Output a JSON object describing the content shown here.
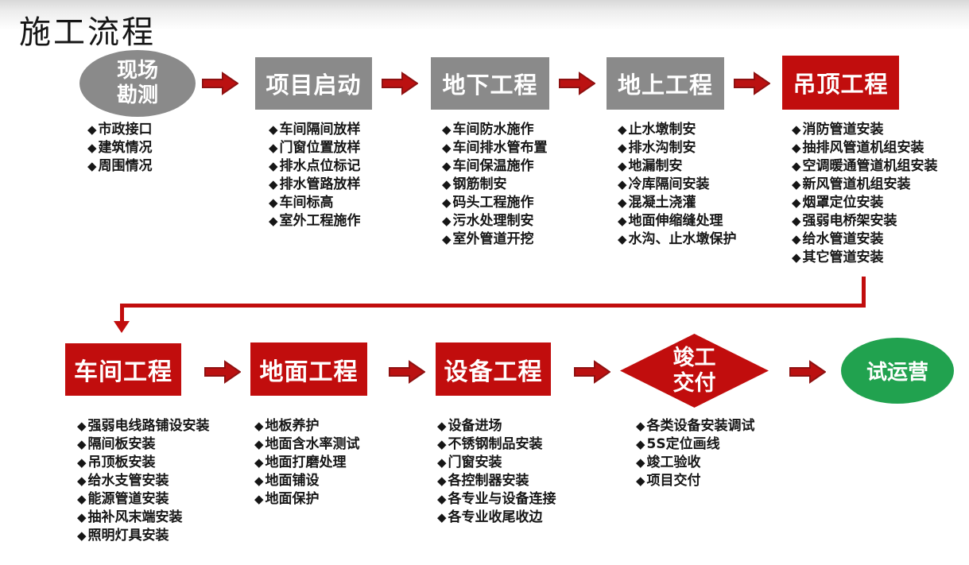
{
  "page": {
    "title": "施工流程"
  },
  "bullet": "◆",
  "colors": {
    "background_top": "#d8d8d8",
    "node_gray": "#8a8a8a",
    "node_red": "#c10d0d",
    "node_green": "#21a24f",
    "node_text": "#ffffff",
    "arrow_fill": "#bb1111",
    "arrow_stroke": "#8e1111",
    "connector_red": "#c10d0d",
    "list_text": "#161616"
  },
  "flow_row1": [
    {
      "id": "site-survey",
      "shape": "ellipse",
      "label": "现场勘测",
      "label_lines": [
        "现场",
        "勘测"
      ],
      "items": [
        "市政接口",
        "建筑情况",
        "周围情况"
      ]
    },
    {
      "id": "project-kickoff",
      "shape": "rect",
      "label": "项目启动",
      "items": [
        "车间隔间放样",
        "门窗位置放样",
        "排水点位标记",
        "排水管路放样",
        "车间标高",
        "室外工程施作"
      ]
    },
    {
      "id": "underground-works",
      "shape": "rect",
      "label": "地下工程",
      "items": [
        "车间防水施作",
        "车间排水管布置",
        "车间保温施作",
        "钢筋制安",
        "码头工程施作",
        "污水处理制安",
        "室外管道开挖"
      ]
    },
    {
      "id": "aboveground-works",
      "shape": "rect",
      "label": "地上工程",
      "items": [
        "止水墩制安",
        "排水沟制安",
        "地漏制安",
        "冷库隔间安装",
        "混凝土浇灌",
        "地面伸缩缝处理",
        "水沟、止水墩保护"
      ]
    },
    {
      "id": "ceiling-works",
      "shape": "rect",
      "label": "吊顶工程",
      "items": [
        "消防管道安装",
        "抽排风管道机组安装",
        "空调暖通管道机组安装",
        "新风管道机组安装",
        "烟罩定位安装",
        "强弱电桥架安装",
        "给水管道安装",
        "其它管道安装"
      ]
    }
  ],
  "flow_row2": [
    {
      "id": "workshop-works",
      "shape": "rect",
      "label": "车间工程",
      "items": [
        "强弱电线路铺设安装",
        "隔间板安装",
        "吊顶板安装",
        "给水支管安装",
        "能源管道安装",
        "抽补风末端安装",
        "照明灯具安装"
      ]
    },
    {
      "id": "floor-works",
      "shape": "rect",
      "label": "地面工程",
      "items": [
        "地板养护",
        "地面含水率测试",
        "地面打磨处理",
        "地面铺设",
        "地面保护"
      ]
    },
    {
      "id": "equipment-works",
      "shape": "rect",
      "label": "设备工程",
      "items": [
        "设备进场",
        "不锈钢制品安装",
        "门窗安装",
        "各控制器安装",
        "各专业与设备连接",
        "各专业收尾收边"
      ]
    },
    {
      "id": "completion-handover",
      "shape": "diamond",
      "label": "竣工交付",
      "label_lines": [
        "竣工",
        "交付"
      ],
      "items": [
        "各类设备安装调试",
        "5S定位画线",
        "竣工验收",
        "项目交付"
      ]
    },
    {
      "id": "trial-operation",
      "shape": "ellipse",
      "label": "试运营",
      "items": []
    }
  ]
}
